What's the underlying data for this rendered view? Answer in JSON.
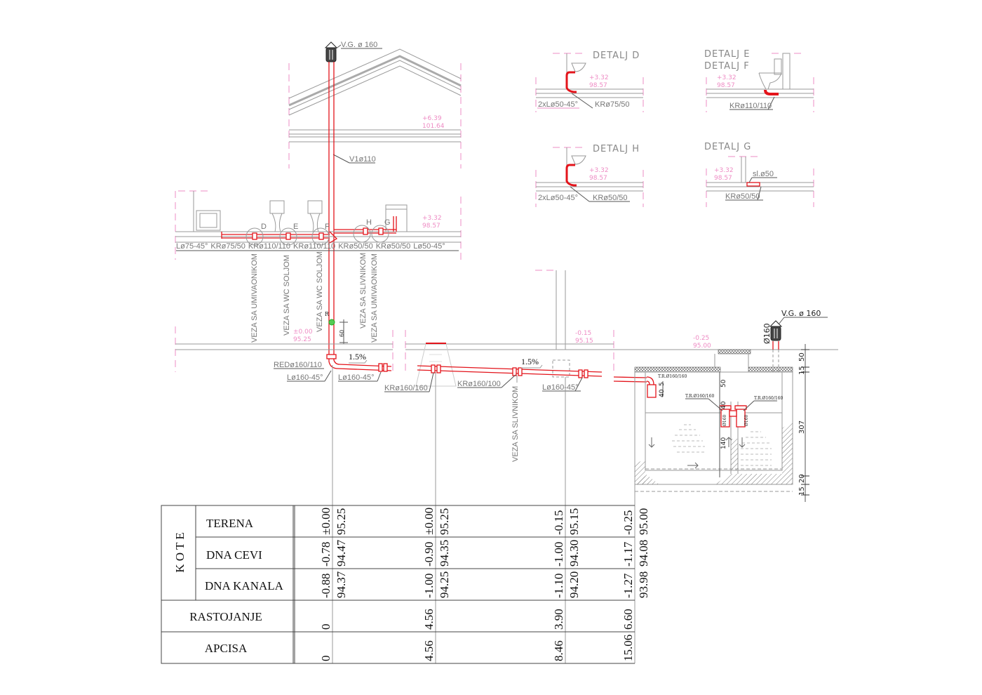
{
  "roof": {
    "vent_label": "V.G.  ø 160",
    "stack_label": "V1ø110",
    "level_top": "+6.39",
    "level_bottom": "101.64"
  },
  "floor": {
    "level_top": "+3.32",
    "level_bottom": "98.57",
    "fittings": [
      "Lø75-45°",
      "KRø75/50",
      "KRø110/110",
      "KRø110/110",
      "KRø50/50",
      "KRø50/50",
      "Lø50-45°"
    ],
    "detail_markers": [
      "D",
      "E",
      "F",
      "H",
      "G"
    ],
    "connections": [
      "VEZA  SA  UMIVAONIKOM",
      "VEZA  SA  WC  SOLJOM",
      "VEZA  SA  WC  SOLJOM",
      "VEZA  SA  SLIVNIKOM",
      "VEZA  SA  UMIVAONIKOM"
    ],
    "cleanout_marker": "R",
    "cleanout_height": "60"
  },
  "ground": {
    "level1_top": "±0.00",
    "level1_bottom": "95.25",
    "level2_top": "-0.15",
    "level2_bottom": "95.15",
    "level3_top": "-0.25",
    "level3_bottom": "95.00",
    "slope1": "1.5%",
    "slope2": "1.5%",
    "fittings": [
      "REDø160/110",
      "Lø160-45°",
      "Lø160-45°",
      "KRø160/160",
      "KRø160/100",
      "Lø160-45°"
    ],
    "connection": "VEZA  SA  SLIVNIKOM"
  },
  "tank": {
    "vent_label": "V.G.  ø 160",
    "vent_diameter": "Ø160",
    "tee_inlet": "T.R.Ø160/160",
    "tee_left": "T.R.Ø160/160",
    "tee_right": "T.R.Ø160/160",
    "pipe_d1": "Ø160",
    "pipe_d2": "Ø160",
    "dims_inner": [
      "40",
      "5",
      "50",
      "40",
      "140"
    ],
    "dims_outer": [
      "50",
      "15",
      "307",
      "20",
      "15"
    ]
  },
  "details": [
    {
      "title": "DETALJ  D",
      "level_top": "+3.32",
      "level_bottom": "98.57",
      "label1": "2xLø50-45°",
      "label2": "KRø75/50"
    },
    {
      "title": "DETALJ  E",
      "title2": "DETALJ  F",
      "level_top": "+3.32",
      "level_bottom": "98.57",
      "label1": "KRø110/110"
    },
    {
      "title": "DETALJ  H",
      "level_top": "+3.32",
      "level_bottom": "98.57",
      "label1": "2xLø50-45°",
      "label2": "KRø50/50"
    },
    {
      "title": "DETALJ  G",
      "level_top": "+3.32",
      "level_bottom": "98.57",
      "label1": "sl.ø50",
      "label2": "KRø50/50"
    }
  ],
  "table": {
    "group_label": "K O T E",
    "rows": [
      "TERENA",
      "DNA CEVI",
      "DNA KANALA",
      "RASTOJANJE",
      "APCISA"
    ],
    "stations": [
      {
        "terena": [
          "±0.00",
          "95.25"
        ],
        "dna_cevi": [
          "-0.78",
          "94.47"
        ],
        "dna_kanala": [
          "-0.88",
          "94.37"
        ],
        "rastojanje": "0",
        "apcisa": "0"
      },
      {
        "terena": [
          "±0.00",
          "95.25"
        ],
        "dna_cevi": [
          "-0.90",
          "94.35"
        ],
        "dna_kanala": [
          "-1.00",
          "94.25"
        ],
        "rastojanje": "4.56",
        "apcisa": "4.56"
      },
      {
        "terena": [
          "-0.15",
          "95.15"
        ],
        "dna_cevi": [
          "-1.00",
          "94.30"
        ],
        "dna_kanala": [
          "-1.10",
          "94.20"
        ],
        "rastojanje": "3.90",
        "apcisa": "8.46"
      },
      {
        "terena": [
          "-0.25",
          "95.00"
        ],
        "dna_cevi": [
          "-1.17",
          "94.08"
        ],
        "dna_kanala": [
          "-1.27",
          "93.98"
        ],
        "rastojanje": "6.60",
        "apcisa": "15.06"
      }
    ]
  },
  "colors": {
    "pipe": "#e3141b",
    "level": "#ee8cc4",
    "line": "#9a9a9a"
  }
}
